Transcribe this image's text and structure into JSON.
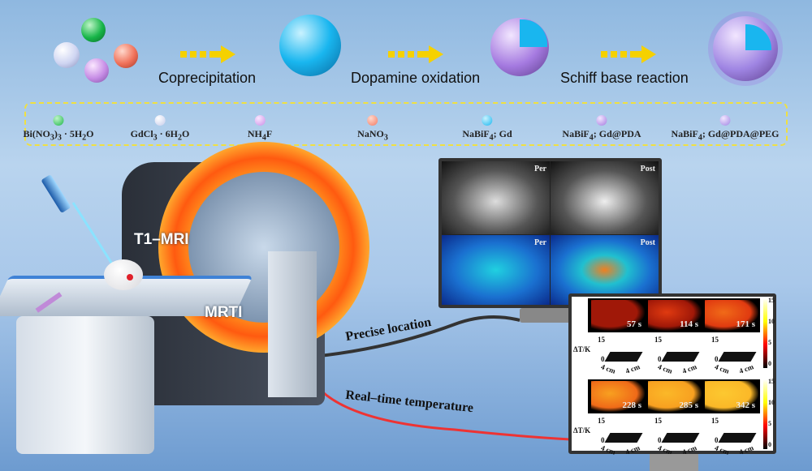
{
  "steps": [
    "Coprecipitation",
    "Dopamine oxidation",
    "Schiff base reaction"
  ],
  "reagents": [
    "Bi(NO",
    "3",
    ")",
    "3",
    " · 5H",
    "2",
    "O"
  ],
  "legend": [
    {
      "pre": "Bi(NO",
      "sub1": "3",
      "mid": ")",
      "sub2": "3",
      "post": " · 5H",
      "sub3": "2",
      "end": "O",
      "color": "#1db64a"
    },
    {
      "pre": "GdCl",
      "sub1": "3",
      "post": " · 6H",
      "sub3": "2",
      "end": "O",
      "color": "#dfe3f5"
    },
    {
      "pre": "NH",
      "sub1": "4",
      "end": "F",
      "color": "#c98ee6"
    },
    {
      "pre": "NaNO",
      "sub1": "3",
      "color": "#f27a63"
    },
    {
      "pre": "NaBiF",
      "sub1": "4",
      "end": "; Gd",
      "color": "#19b6ef"
    },
    {
      "pre": "NaBiF",
      "sub1": "4",
      "end": "; Gd@PDA",
      "color": "#a57ae0"
    },
    {
      "pre": "NaBiF",
      "sub1": "4",
      "end": "; Gd@PDA@PEG",
      "color": "#9f85e3"
    }
  ],
  "scanner": {
    "label1": "T1–MRI",
    "label2": "MRTI"
  },
  "connections": {
    "top": "Precise location",
    "bottom": "Real–time temperature"
  },
  "mri": {
    "pre": "Per",
    "post": "Post"
  },
  "thermal": {
    "times": [
      "57 s",
      "114 s",
      "171 s",
      "228 s",
      "285 s",
      "342 s"
    ],
    "ylabel": "ΔT/K",
    "zmax": "15",
    "zmin": "0",
    "axis": "4 cm",
    "colorbar": [
      "15",
      "10",
      "5",
      "0"
    ]
  },
  "colors": {
    "flame": "#ff7a1a",
    "accent": "#f5d100",
    "sphere": "#19b6ef"
  }
}
